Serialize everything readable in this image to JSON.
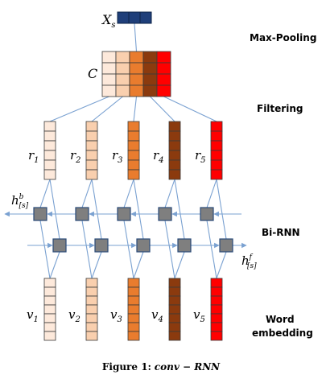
{
  "labels": {
    "max_pooling": "Max-Pooling",
    "filtering": "Filtering",
    "bi_rnn": "Bi-RNN",
    "word_embedding_line1": "Word",
    "word_embedding_line2": "embedding"
  },
  "symbols": {
    "xs": "X",
    "xs_sub": "s",
    "c": "C",
    "hb": "h",
    "hb_sup": "b",
    "hb_sub": "[s]",
    "hf": "h",
    "hf_sup": "f",
    "hf_sub": "[s]",
    "r": [
      "r1",
      "r2",
      "r3",
      "r4",
      "r5"
    ],
    "v": [
      "v1",
      "v2",
      "v3",
      "v4",
      "v5"
    ]
  },
  "colors": {
    "xs_fill": "#1f3f7a",
    "c_columns": [
      "#fde9db",
      "#f9cfae",
      "#e97c2e",
      "#8b3a0e",
      "#ff0000"
    ],
    "column_colors": [
      "#fde9db",
      "#f9cfae",
      "#e97c2e",
      "#8b3a0e",
      "#ff0000"
    ],
    "rnn_node": "#7f7f7f",
    "arrows": "#7aa1d1"
  },
  "caption": {
    "label": "Figure 1:",
    "formula": "conv − RNN"
  }
}
